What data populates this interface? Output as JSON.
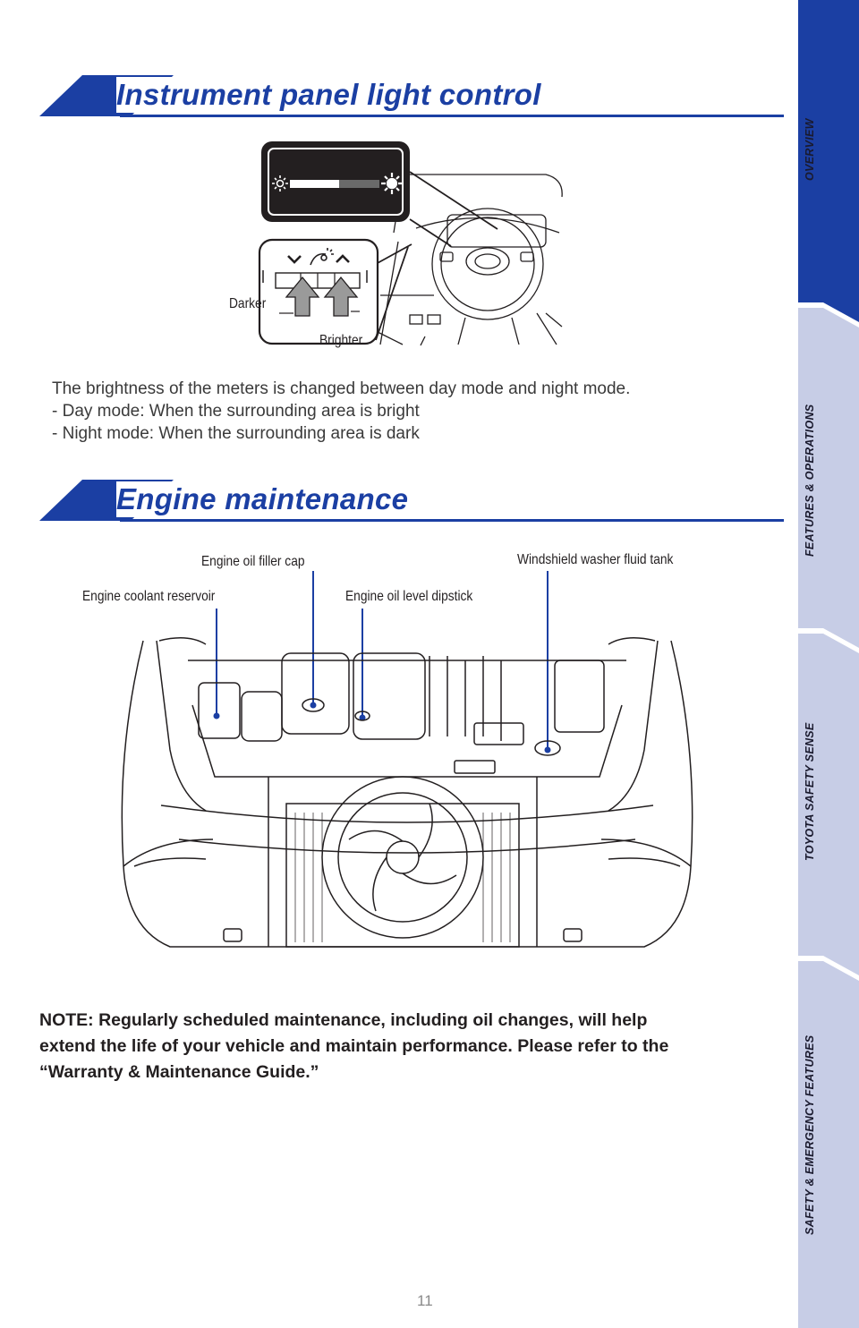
{
  "sidebar": {
    "tabs": [
      {
        "label": "OVERVIEW",
        "active": true
      },
      {
        "label": "FEATURES & OPERATIONS",
        "active": false
      },
      {
        "label": "TOYOTA SAFETY SENSE",
        "active": false
      },
      {
        "label": "SAFETY & EMERGENCY FEATURES",
        "active": false
      }
    ],
    "colors": {
      "active": "#1b3fa3",
      "inactive": "#c7cde6"
    }
  },
  "section1": {
    "title": "Instrument panel light control",
    "figure": {
      "darker_label": "Darker",
      "brighter_label": "Brighter",
      "brightness_level": 0.55
    },
    "text": {
      "line1": "The brightness of the meters is changed between day mode and night mode.",
      "line2": "- Day mode: When the surrounding area is bright",
      "line3": "- Night mode: When the surrounding area is dark"
    }
  },
  "section2": {
    "title": "Engine maintenance",
    "callouts": {
      "oil_filler_cap": "Engine oil filler cap",
      "washer_tank": "Windshield washer fluid tank",
      "coolant_reservoir": "Engine coolant reservoir",
      "oil_dipstick": "Engine oil level dipstick"
    }
  },
  "note": {
    "line1": "NOTE: Regularly scheduled maintenance, including oil changes, will help",
    "line2": "extend the life of your vehicle and maintain performance. Please refer to the",
    "line3": "“Warranty & Maintenance Guide.”"
  },
  "footer": {
    "page_number": "11"
  },
  "colors": {
    "accent": "#1b3fa3",
    "text": "#231f20"
  }
}
